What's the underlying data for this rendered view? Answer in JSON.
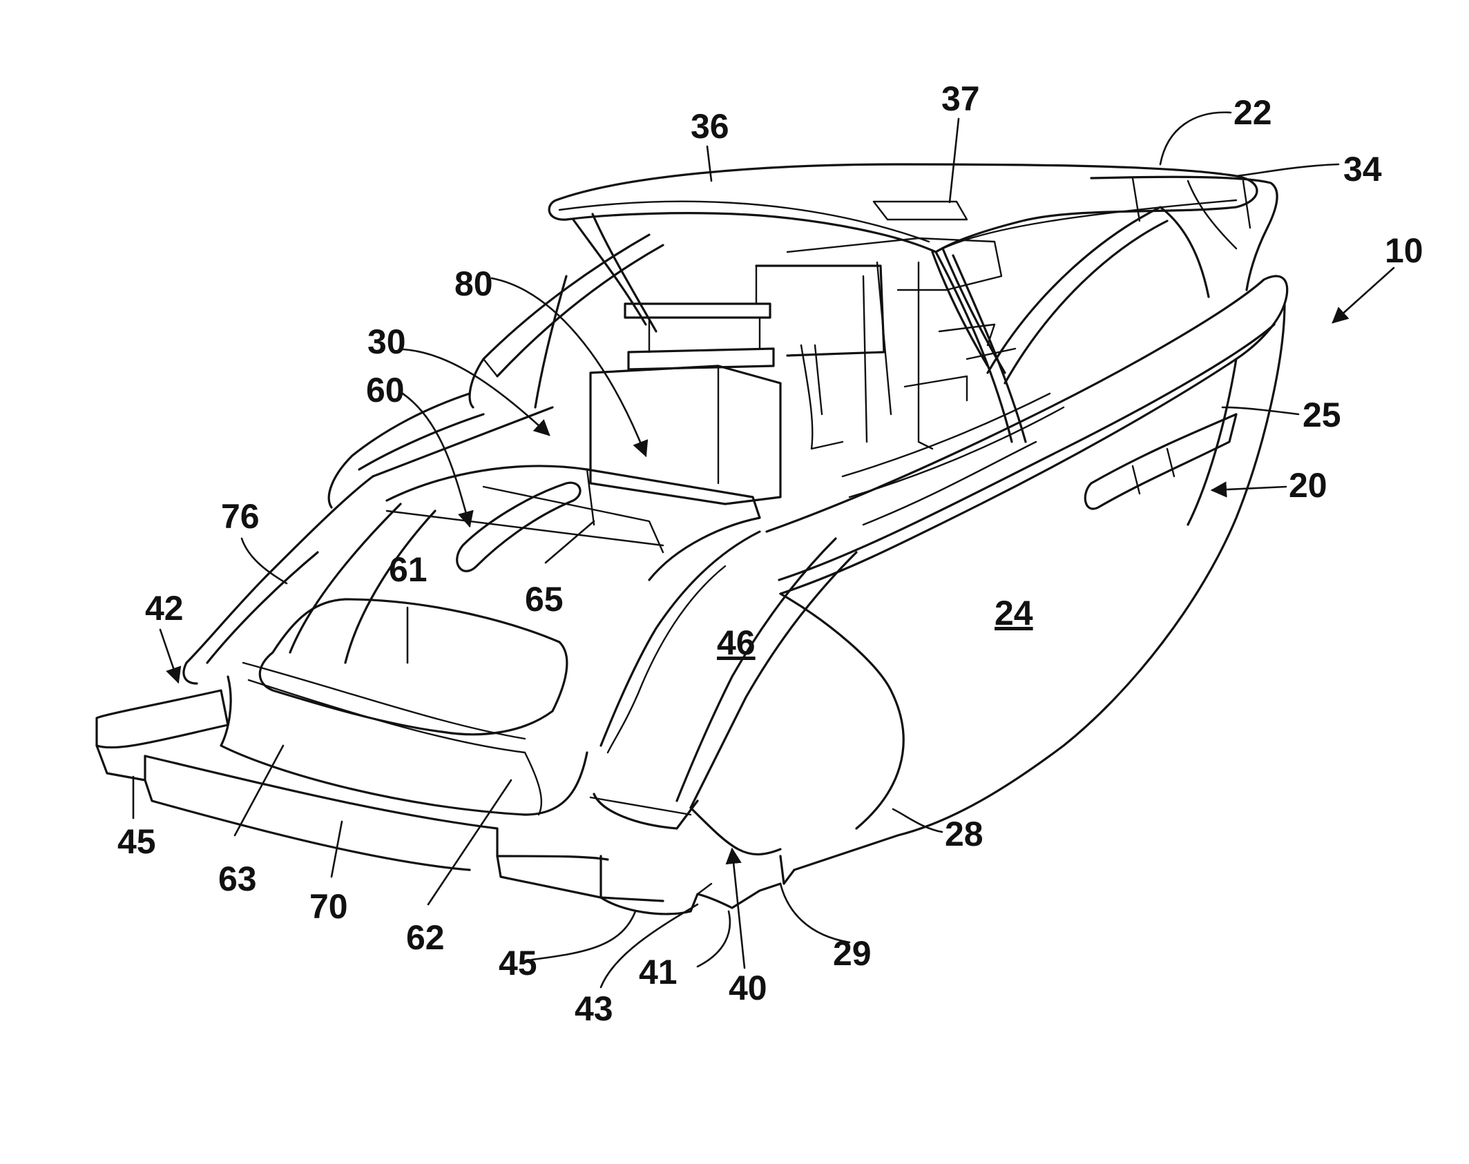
{
  "labels": {
    "l10": "10",
    "l20": "20",
    "l22": "22",
    "l24": "24",
    "l25": "25",
    "l28": "28",
    "l29": "29",
    "l30": "30",
    "l34": "34",
    "l36": "36",
    "l37": "37",
    "l40": "40",
    "l41": "41",
    "l42": "42",
    "l43": "43",
    "l45a": "45",
    "l45b": "45",
    "l46": "46",
    "l60": "60",
    "l61": "61",
    "l62": "62",
    "l63": "63",
    "l65": "65",
    "l70": "70",
    "l76": "76",
    "l80": "80"
  },
  "colors": {
    "ink": "#111111",
    "paper": "#ffffff"
  }
}
